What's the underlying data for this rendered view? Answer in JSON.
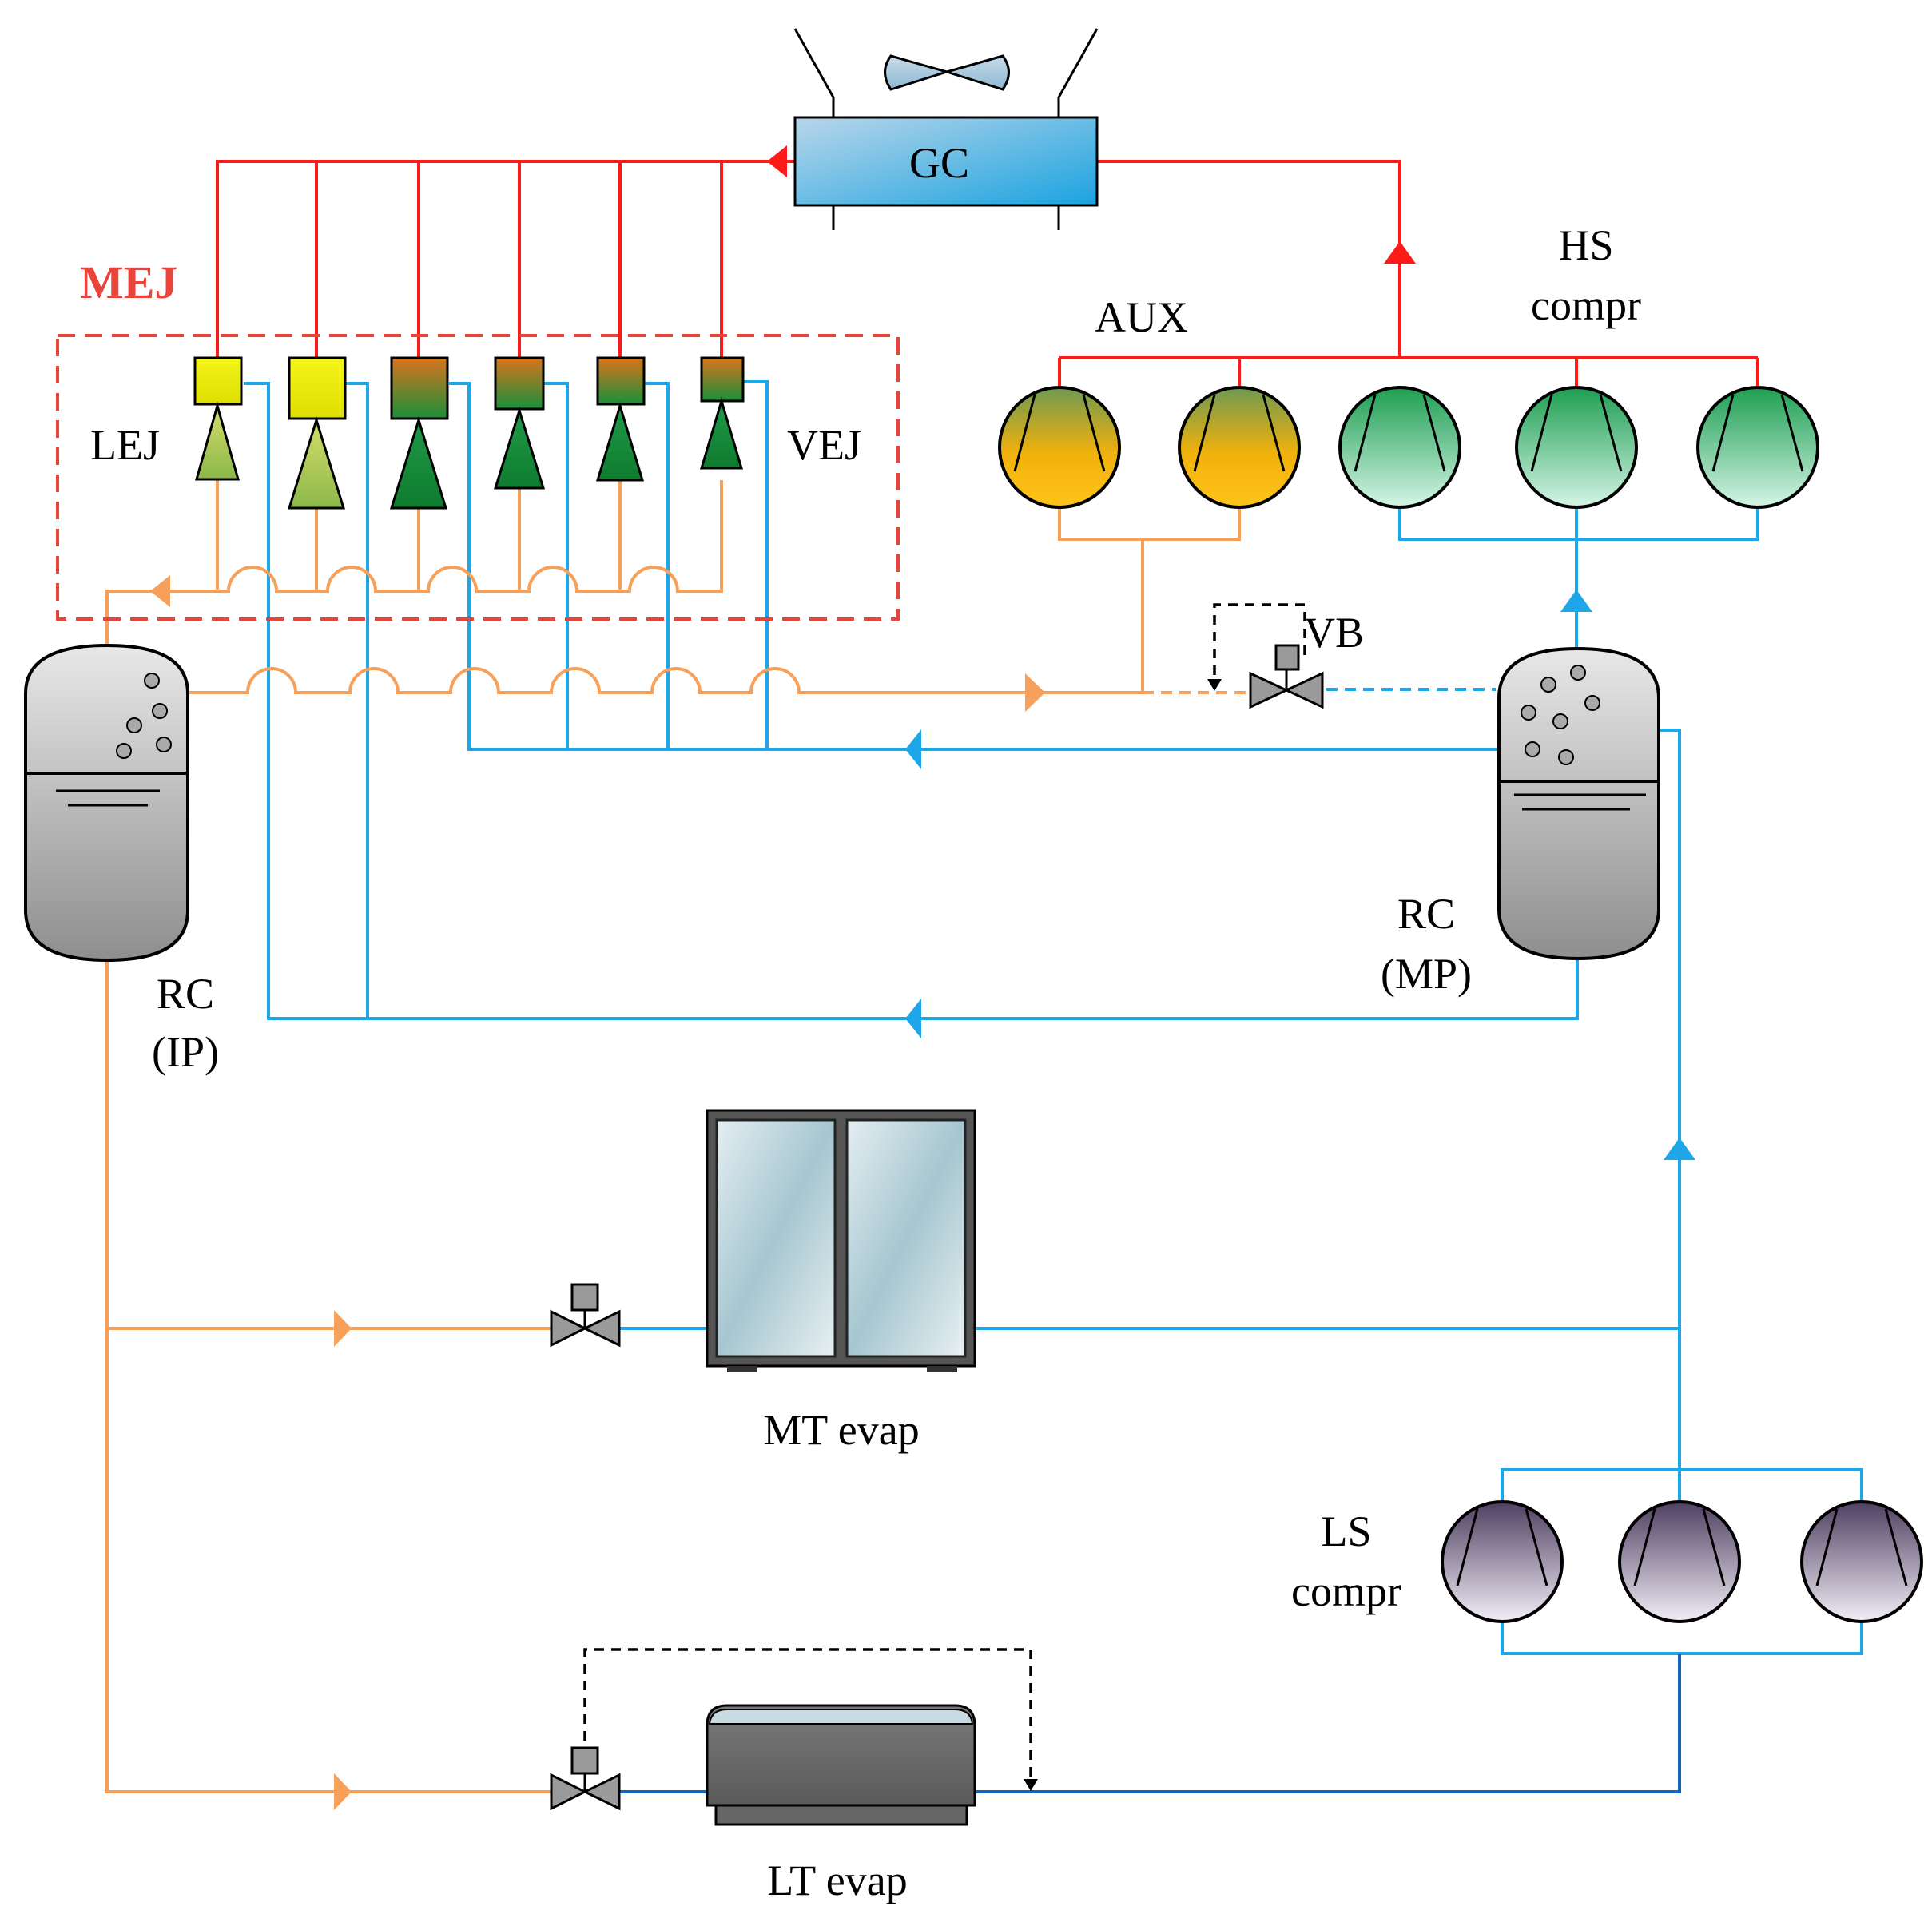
{
  "labels": {
    "gc": "GC",
    "mej": "MEJ",
    "lej": "LEJ",
    "vej": "VEJ",
    "aux": "AUX",
    "hs_line1": "HS",
    "hs_line2": "compr",
    "vb": "VB",
    "rc_mp_line1": "RC",
    "rc_mp_line2": "(MP)",
    "rc_ip_line1": "RC",
    "rc_ip_line2": "(IP)",
    "mt_evap": "MT evap",
    "lt_evap": "LT evap",
    "ls_line1": "LS",
    "ls_line2": "compr"
  },
  "colors": {
    "high_pressure_line": "#ff1a1a",
    "medium_pressure_line": "#1ea7e8",
    "low_pressure_line": "#1565c0",
    "intermediate_line": "#f7a05a",
    "mej_box": "#e8443a"
  },
  "components": {
    "aux_compressors": 2,
    "hs_compressors": 3,
    "ls_compressors": 3,
    "ejectors": 6
  }
}
